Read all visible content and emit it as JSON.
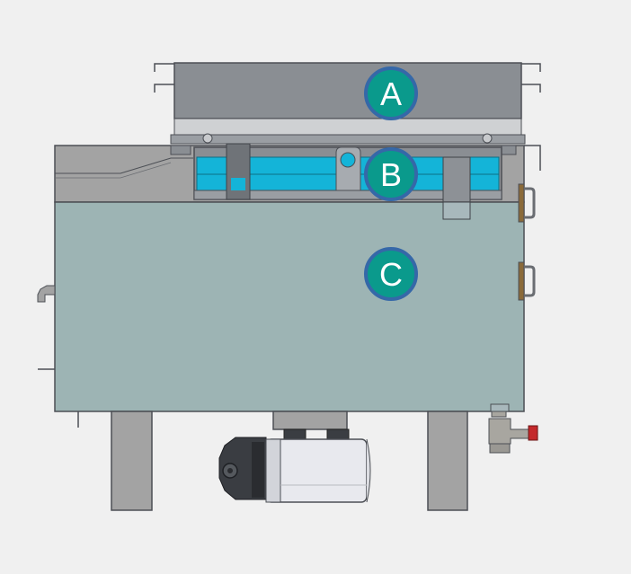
{
  "diagram": {
    "markers": [
      {
        "id": "A",
        "label": "A"
      },
      {
        "id": "B",
        "label": "B"
      },
      {
        "id": "C",
        "label": "C"
      }
    ],
    "colors": {
      "background": "#f0f0f0",
      "upper_tray": "#8a8e93",
      "upper_tray_shade": "#a7abb0",
      "water_channel": "#14b4d8",
      "main_tank": "#9db4b4",
      "tank_top_band": "#a3a3a3",
      "frame_outline": "#4c4f55",
      "marker_fill": "#0a9a8c",
      "marker_border": "#3568a8",
      "pump_body": "#3a3d42",
      "pump_motor": "#e8e9ee",
      "leg": "#a3a3a3",
      "valve_body": "#a8a6a0",
      "valve_handle": "#c4292b"
    }
  }
}
